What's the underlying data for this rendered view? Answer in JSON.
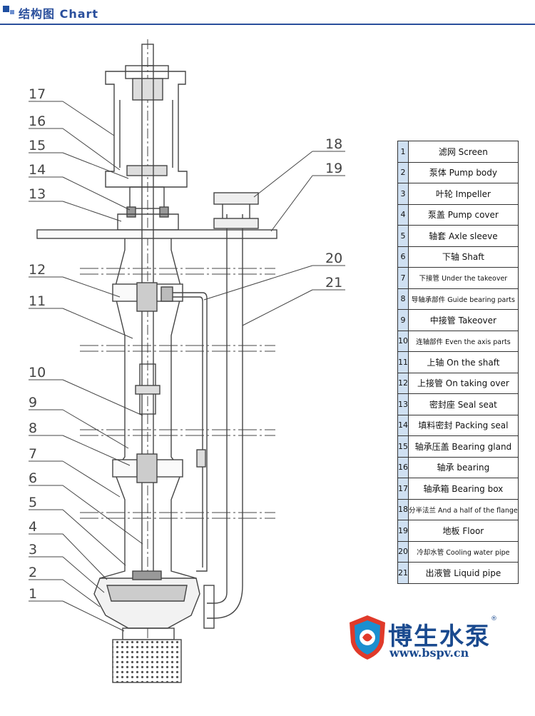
{
  "header": {
    "title": "结构图  Chart"
  },
  "callouts": {
    "left": [
      "17",
      "16",
      "15",
      "14",
      "13",
      "12",
      "11",
      "10",
      "9",
      "8",
      "7",
      "6",
      "5",
      "4",
      "3",
      "2",
      "1"
    ],
    "right": [
      "18",
      "19",
      "20",
      "21"
    ]
  },
  "parts": [
    {
      "no": "1",
      "name": "滤网 Screen"
    },
    {
      "no": "2",
      "name": "泵体 Pump body"
    },
    {
      "no": "3",
      "name": "叶轮 Impeller"
    },
    {
      "no": "4",
      "name": "泵盖  Pump cover"
    },
    {
      "no": "5",
      "name": "轴套 Axle sleeve"
    },
    {
      "no": "6",
      "name": "下轴 Shaft"
    },
    {
      "no": "7",
      "name": "下接管 Under the takeover"
    },
    {
      "no": "8",
      "name": "导轴承部件 Guide bearing parts"
    },
    {
      "no": "9",
      "name": "中接管 Takeover"
    },
    {
      "no": "10",
      "name": "连轴部件 Even the axis parts"
    },
    {
      "no": "11",
      "name": "上轴 On the shaft"
    },
    {
      "no": "12",
      "name": "上接管 On taking over"
    },
    {
      "no": "13",
      "name": "密封座 Seal seat"
    },
    {
      "no": "14",
      "name": "填料密封 Packing seal"
    },
    {
      "no": "15",
      "name": "轴承压盖 Bearing gland"
    },
    {
      "no": "16",
      "name": "轴承 bearing"
    },
    {
      "no": "17",
      "name": "轴承箱 Bearing box"
    },
    {
      "no": "18",
      "name": "分半法兰 And a half of the flange"
    },
    {
      "no": "19",
      "name": "地板 Floor"
    },
    {
      "no": "20",
      "name": "冷却水管 Cooling water pipe"
    },
    {
      "no": "21",
      "name": "出液管 Liquid pipe"
    }
  ],
  "logo": {
    "brand": "博生水泵",
    "url": "www.bspv.cn",
    "reg": "®"
  },
  "colors": {
    "accent": "#2a4f9c",
    "table_num_bg": "#cfe0f2",
    "line": "#444444"
  }
}
